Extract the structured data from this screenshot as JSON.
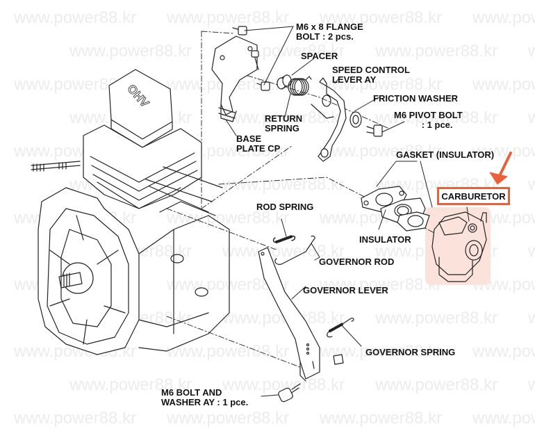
{
  "diagram": {
    "title": "Engine governor & carburetor exploded view",
    "watermark": "www.power88.kr",
    "highlight_color": "#e8613a",
    "highlight_fill": "#fbe3dc",
    "engine_cover_text": "OHV",
    "labels": {
      "flange_bolt": "M6 x 8 FLANGE\nBOLT : 2 pcs.",
      "spacer": "SPACER",
      "speed_control_lever": "SPEED CONTROL\nLEVER AY",
      "friction_washer": "FRICTION WASHER",
      "pivot_bolt": "M6 PIVOT BOLT\n           : 1 pce.",
      "return_spring": "RETURN\nSPRING",
      "base_plate": "BASE\nPLATE CP",
      "gasket": "GASKET (INSULATOR)",
      "carburetor": "CARBURETOR",
      "rod_spring": "ROD SPRING",
      "insulator": "INSULATOR",
      "governor_rod": "GOVERNOR ROD",
      "governor_lever": "GOVERNOR LEVER",
      "governor_spring": "GOVERNOR SPRING",
      "bolt_washer": "M6 BOLT AND\nWASHER AY : 1 pce."
    }
  }
}
